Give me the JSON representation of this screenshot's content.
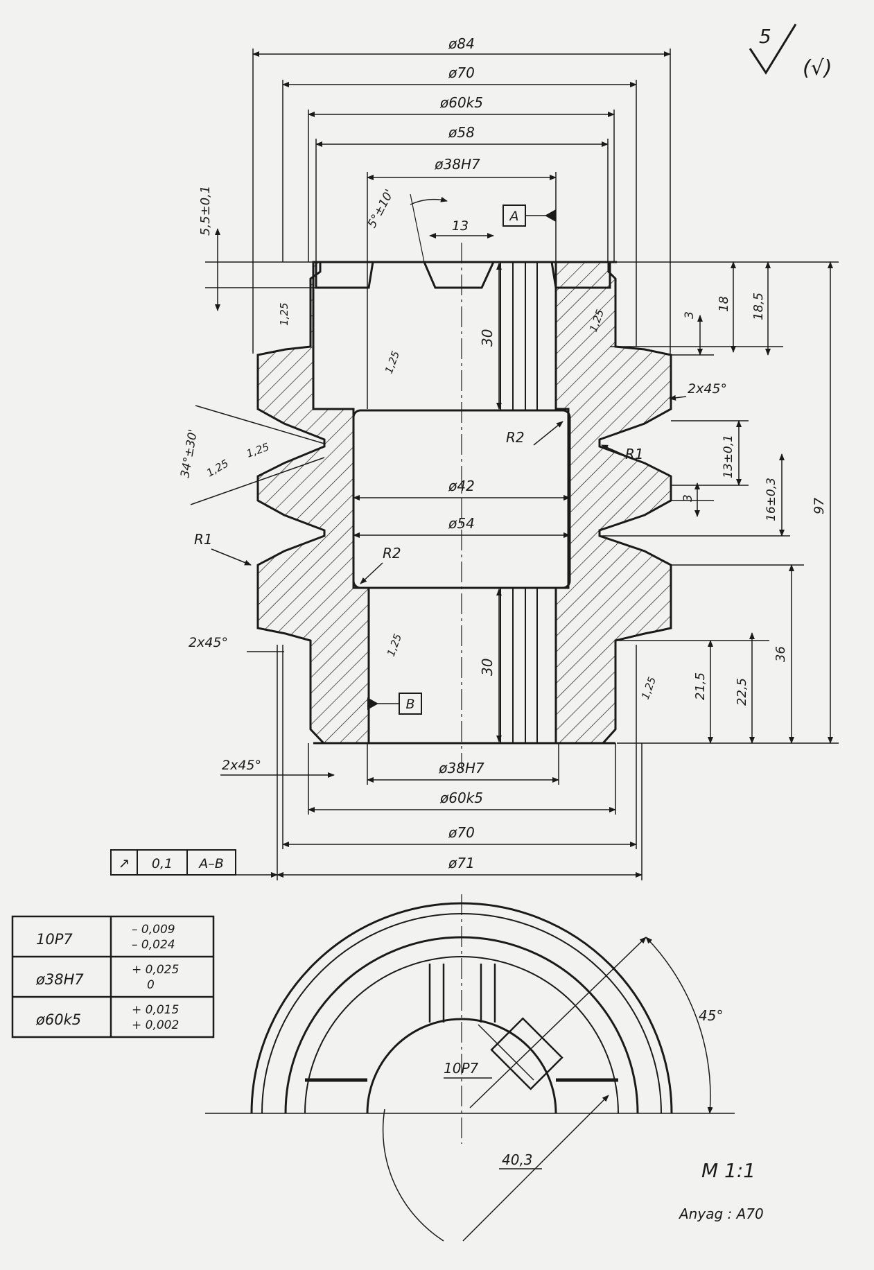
{
  "surface": {
    "roughness_value": "5",
    "roughness_symbol_note": "(√)"
  },
  "top_dims": {
    "d84": "ø84",
    "d70": "ø70",
    "d60k5": "ø60k5",
    "d58": "ø58",
    "d38H7": "ø38H7",
    "angle_5": "5°±10'",
    "keyway_13": "13",
    "datum_A": "A",
    "step_5_5": "5,5±0,1"
  },
  "section": {
    "inner_42": "ø42",
    "inner_54": "ø54",
    "r2_top": "R2",
    "r2_bottom": "R2",
    "r1_right": "R1",
    "r1_left": "R1",
    "angle_34": "34°±30'",
    "rough_1": "1,25",
    "rough_2": "1,25",
    "rough_3": "1,25",
    "rough_4": "1,25",
    "rough_5": "1,25",
    "rough_6": "1,25",
    "rough_7": "1,25",
    "len_30_top": "30",
    "len_30_bottom": "30",
    "datum_B": "B",
    "chamfer_right": "2x45°",
    "chamfer_left": "2x45°",
    "chamfer_bottom": "2x45°"
  },
  "right_dims": {
    "d3_top": "3",
    "d18": "18",
    "d18_5": "18,5",
    "d13": "13±0,1",
    "d3_mid": "3",
    "d16": "16±0,3",
    "d97": "97",
    "d21_5": "21,5",
    "d22_5": "22,5",
    "d36": "36"
  },
  "bottom_dims": {
    "d38H7": "ø38H7",
    "d60k5": "ø60k5",
    "d70": "ø70",
    "d71": "ø71"
  },
  "runout_frame": {
    "symbol": "↗",
    "value": "0,1",
    "datum": "A–B"
  },
  "tolerance_table": [
    {
      "name": "10P7",
      "upper": "– 0,009",
      "lower": "– 0,024"
    },
    {
      "name": "ø38H7",
      "upper": "+ 0,025",
      "lower": "0"
    },
    {
      "name": "ø60k5",
      "upper": "+ 0,015",
      "lower": "+ 0,002"
    }
  ],
  "end_view": {
    "keyway": "10P7",
    "depth": "40,3",
    "angle": "45°"
  },
  "title_block": {
    "scale": "M 1:1",
    "material": "Anyag : A70"
  }
}
